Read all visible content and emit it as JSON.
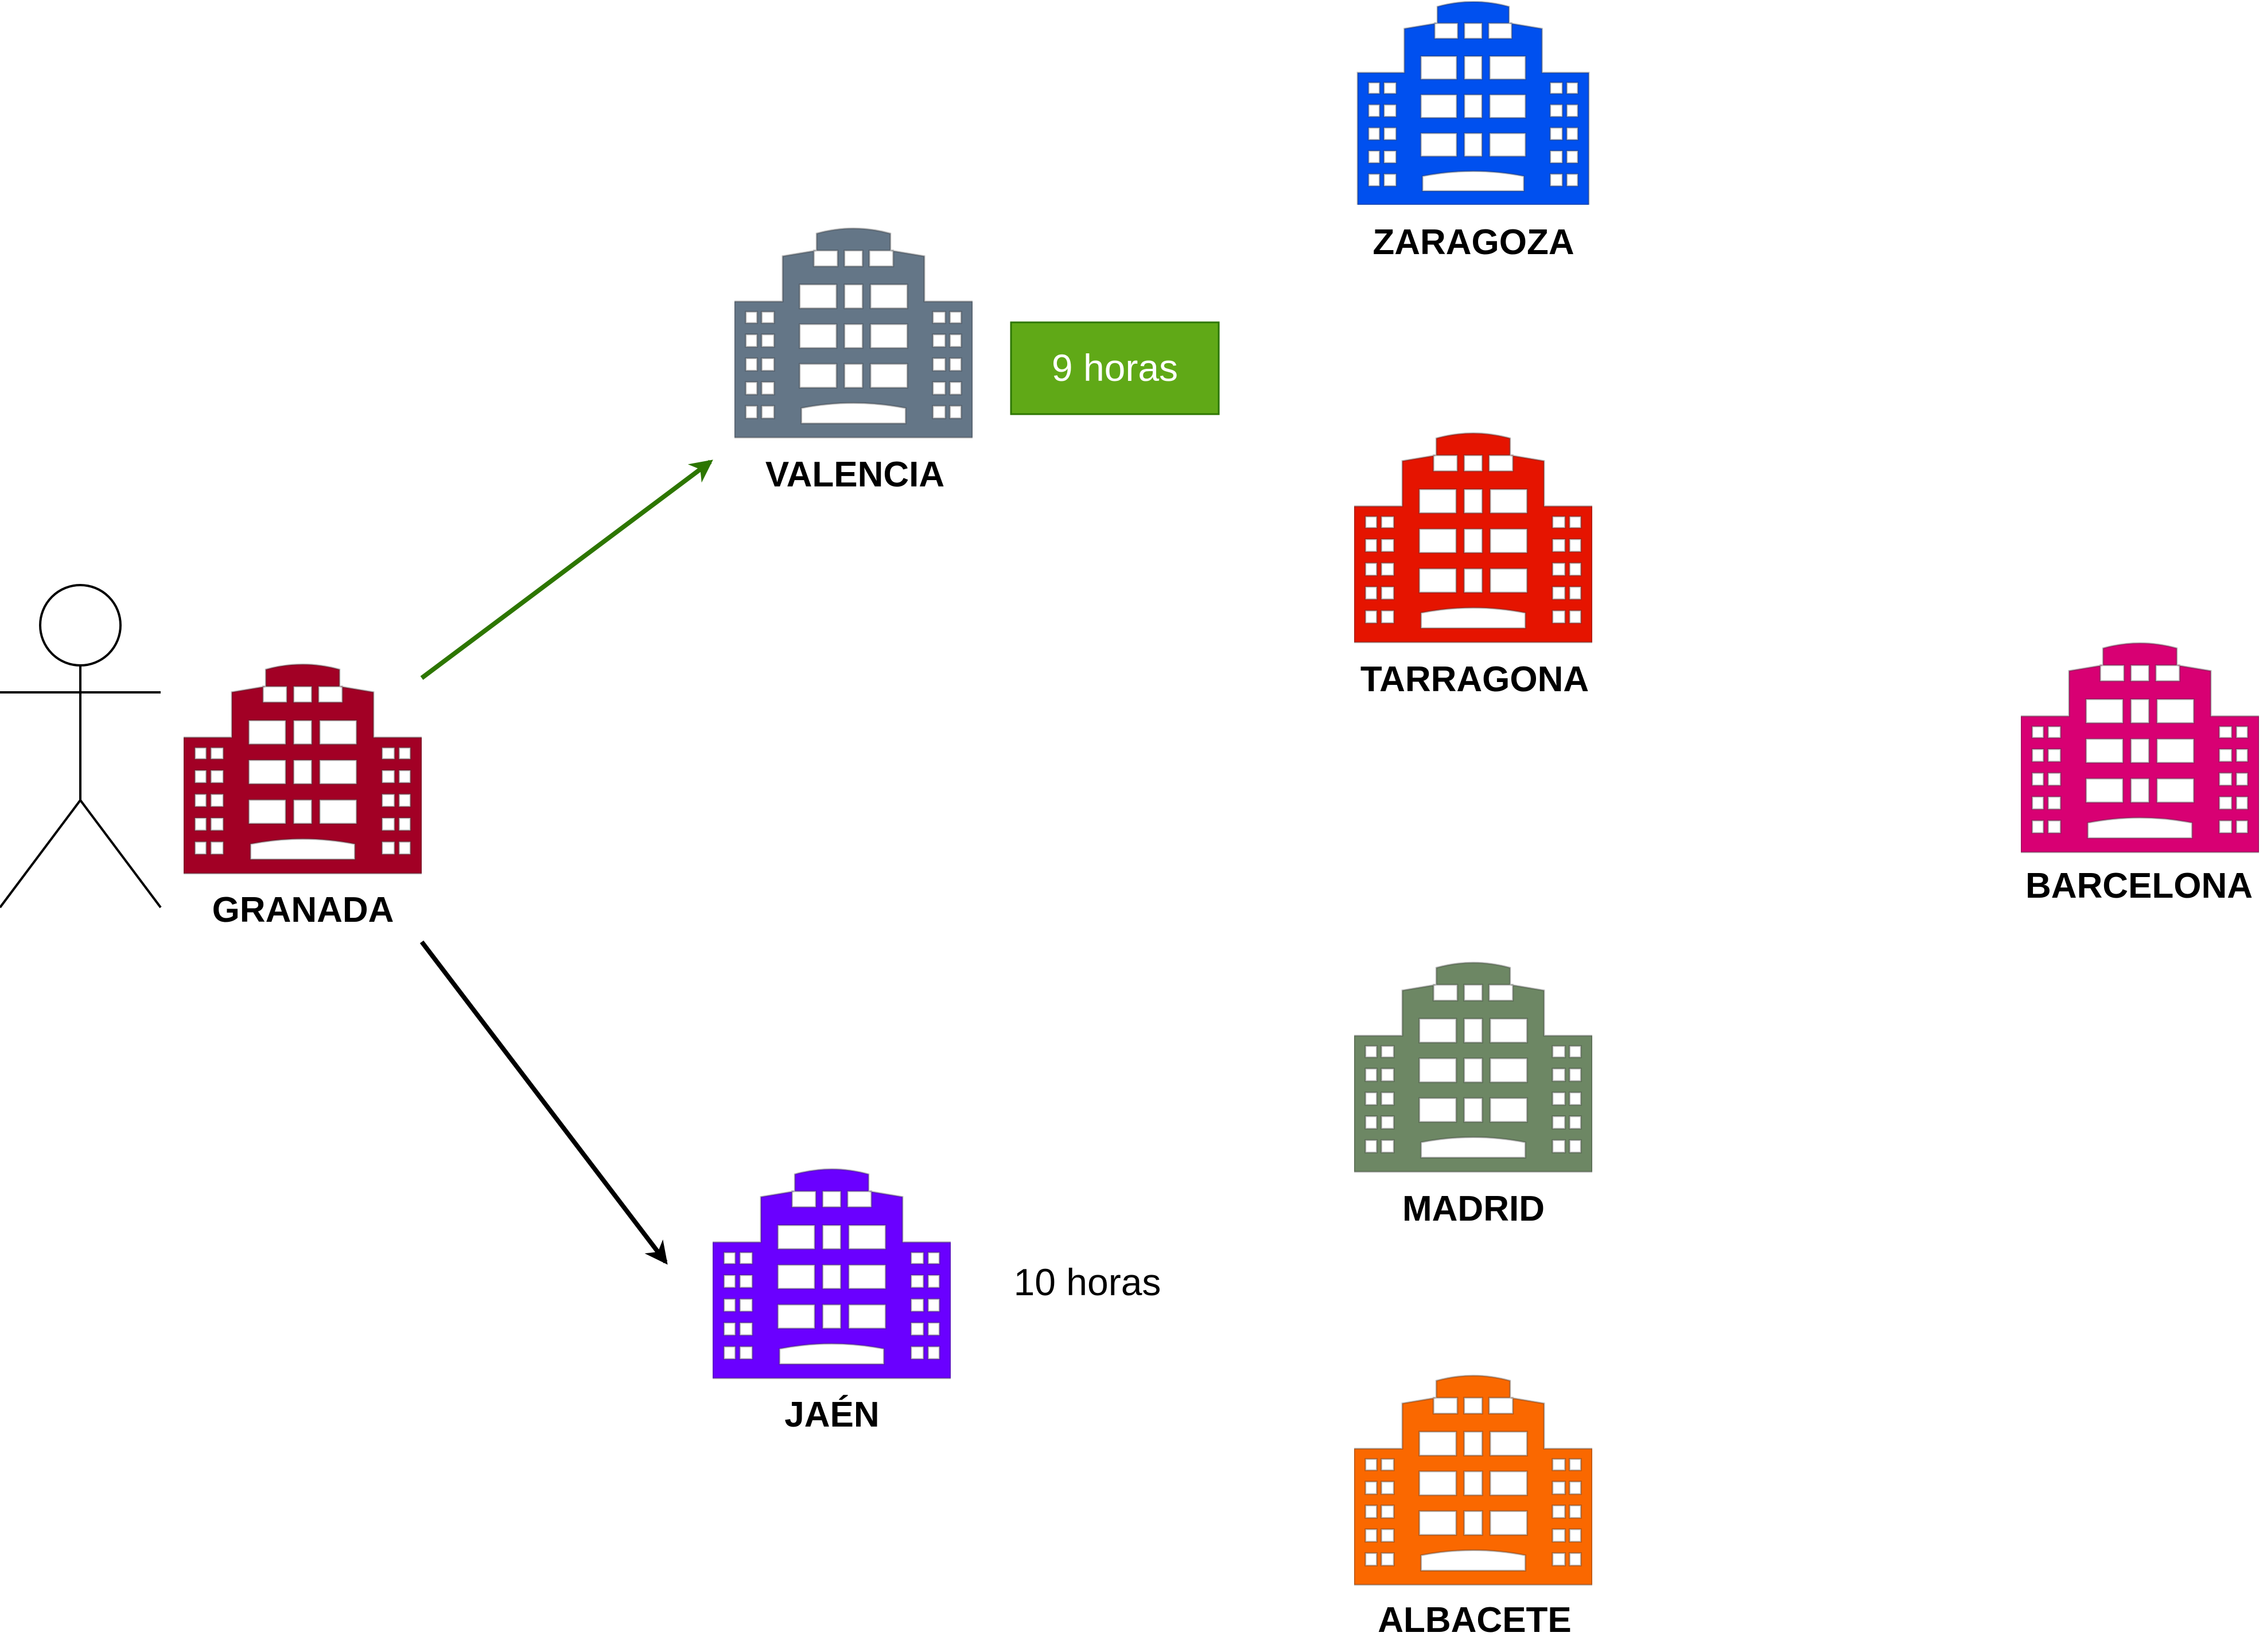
{
  "diagram": {
    "actor": {
      "name": "",
      "icon": "stick-figure-icon"
    },
    "cities": [
      {
        "id": "granada",
        "label": "GRANADA",
        "color": "#a20025",
        "icon": "office-building-icon"
      },
      {
        "id": "valencia",
        "label": "VALENCIA",
        "color": "#647687",
        "icon": "office-building-icon"
      },
      {
        "id": "jaen",
        "label": "JAÉN",
        "color": "#6a00ff",
        "icon": "office-building-icon"
      },
      {
        "id": "zaragoza",
        "label": "ZARAGOZA",
        "color": "#0050ef",
        "icon": "office-building-icon"
      },
      {
        "id": "tarragona",
        "label": "TARRAGONA",
        "color": "#e51400",
        "icon": "office-building-icon"
      },
      {
        "id": "madrid",
        "label": "MADRID",
        "color": "#6d8764",
        "icon": "office-building-icon"
      },
      {
        "id": "albacete",
        "label": "ALBACETE",
        "color": "#fa6800",
        "icon": "office-building-icon"
      },
      {
        "id": "barcelona",
        "label": "BARCELONA",
        "color": "#d80073",
        "icon": "office-building-icon"
      }
    ],
    "edges": [
      {
        "from": "granada",
        "to": "valencia",
        "color": "#2d7600"
      },
      {
        "from": "granada",
        "to": "jaen",
        "color": "#000000"
      }
    ],
    "notes": [
      {
        "text": "9 horas",
        "boxed": true,
        "fill": "#60a917",
        "stroke": "#2d7600",
        "text_color": "#ffffff"
      },
      {
        "text": "10 horas",
        "boxed": false,
        "text_color": "#000000"
      }
    ]
  }
}
